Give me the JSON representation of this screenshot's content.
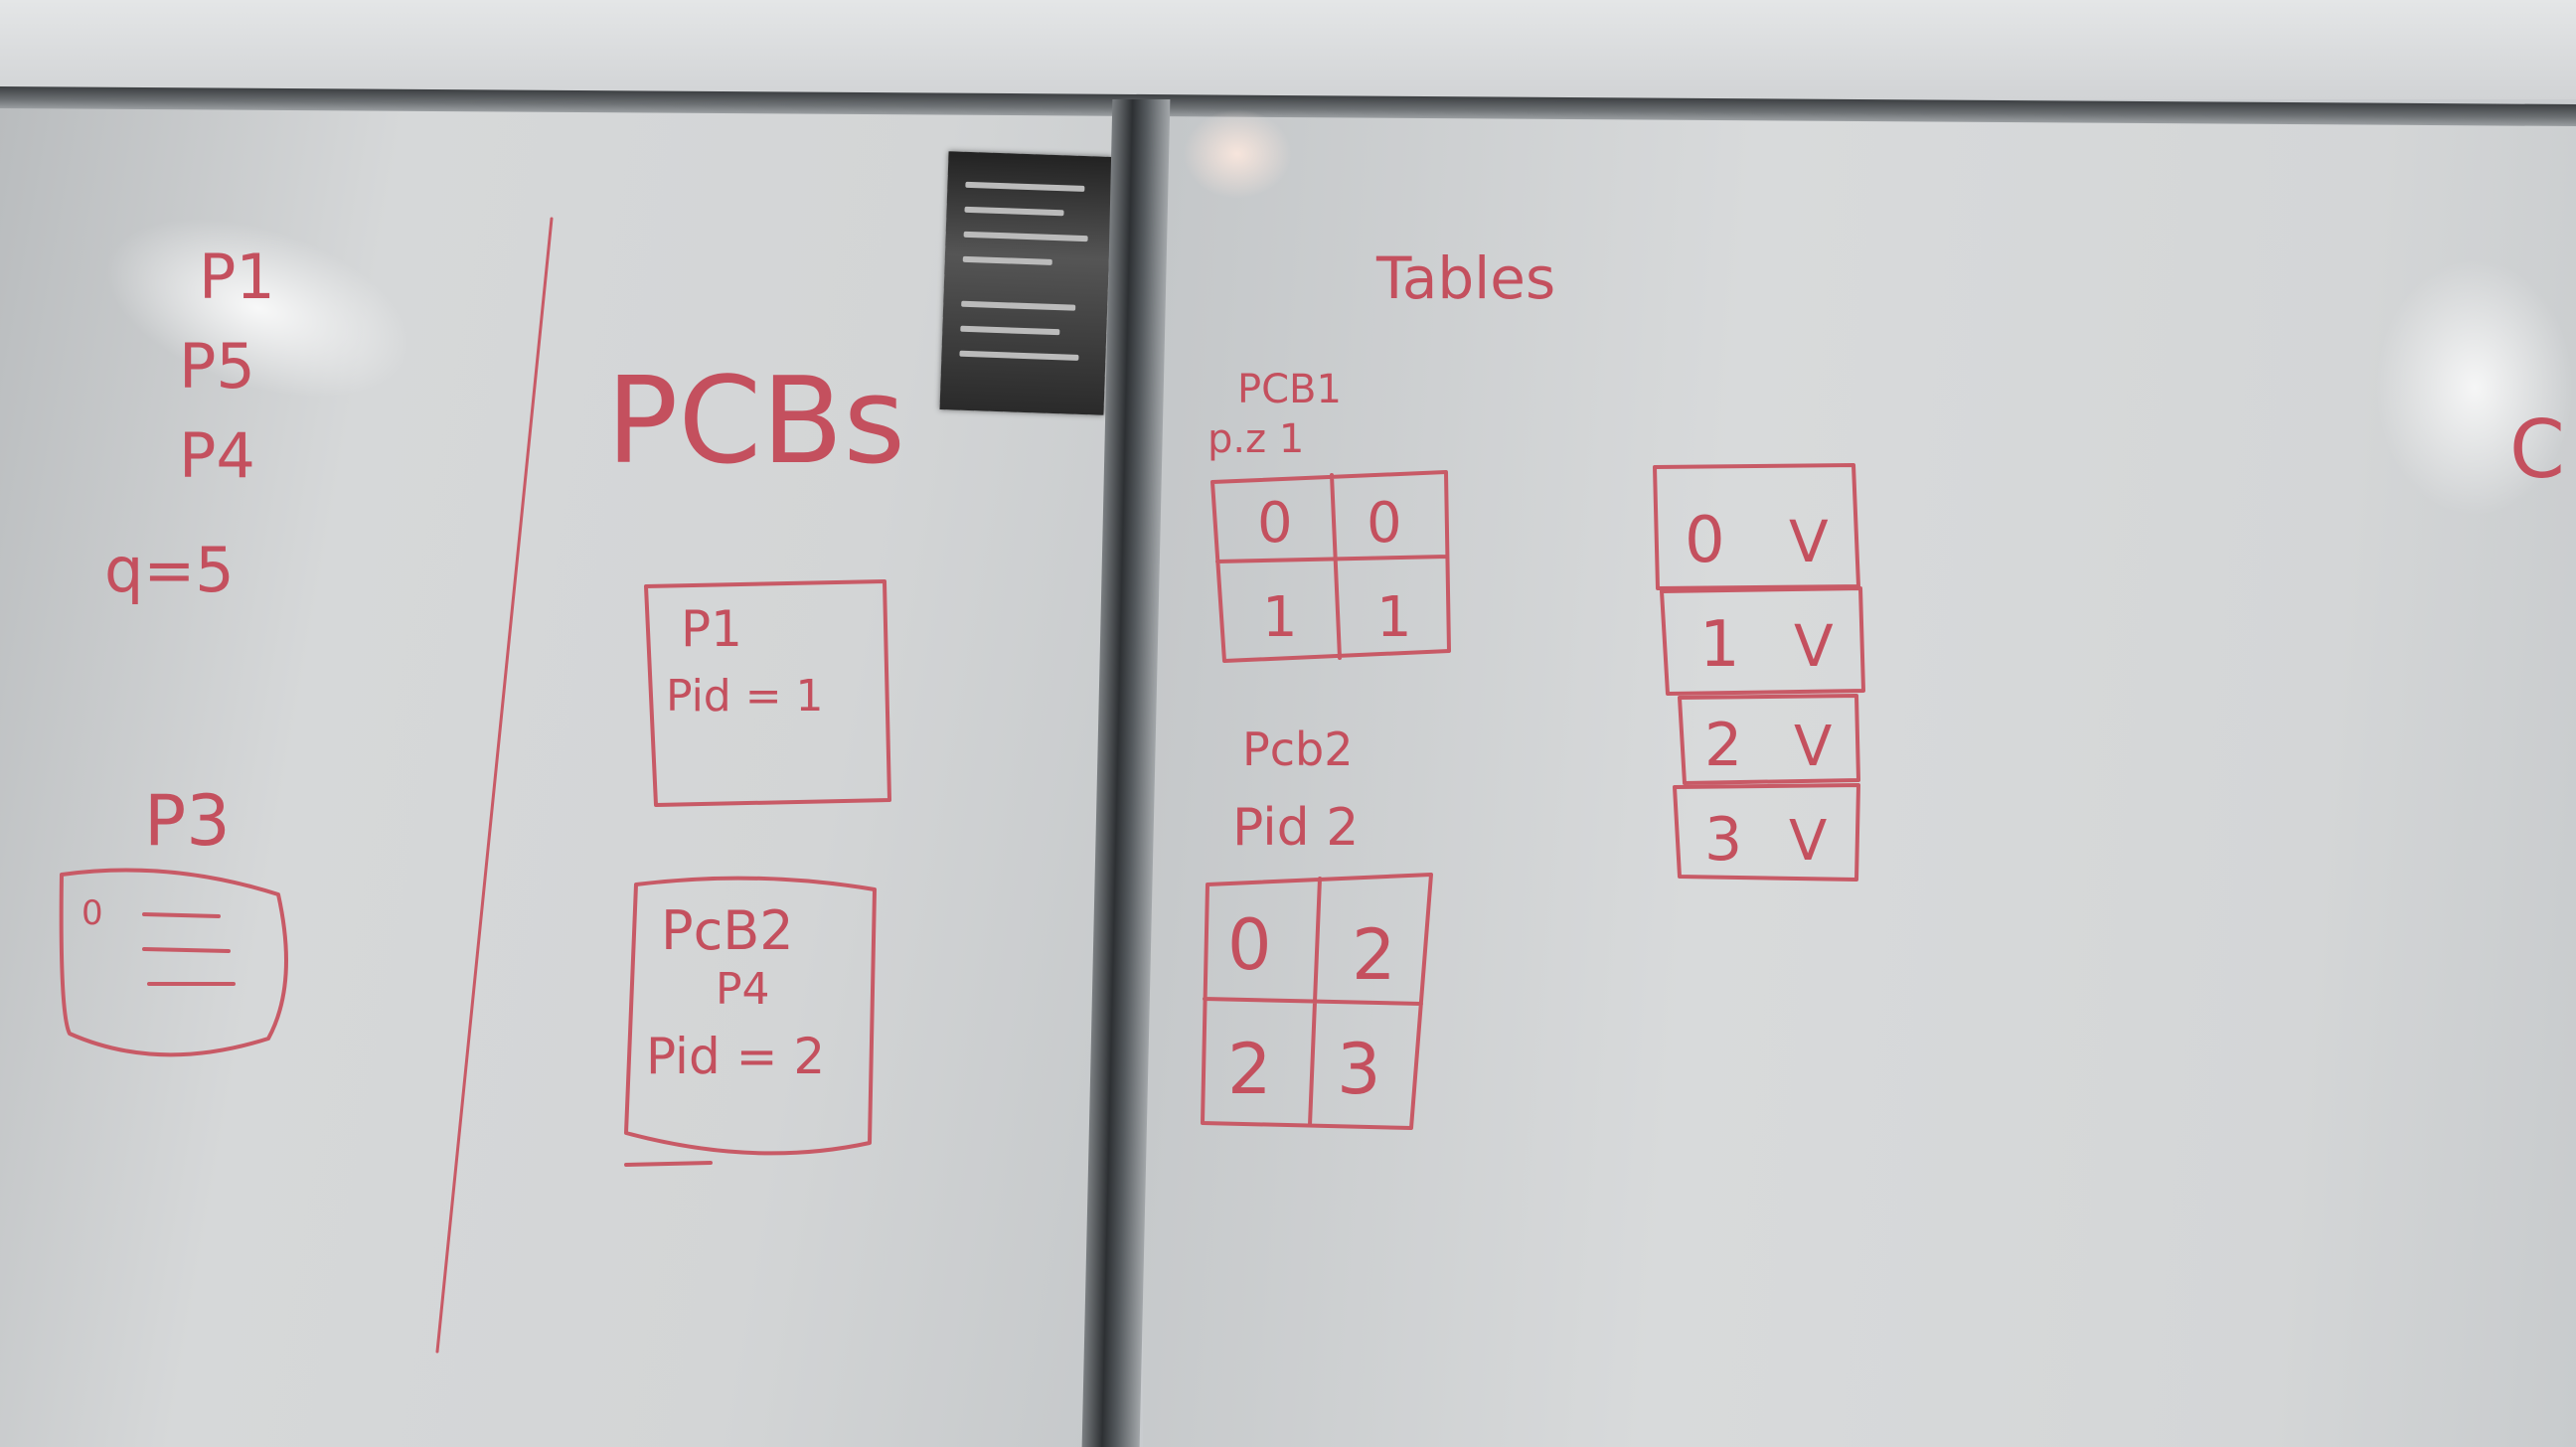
{
  "board": {
    "left": {
      "processes": [
        "P1",
        "P5",
        "P4"
      ],
      "quantum": "q=5",
      "p3_label": "P3",
      "p3_item": "0",
      "pcbs_title": "PCBs",
      "pcb1": {
        "name": "P1",
        "pid": "Pid = 1"
      },
      "pcb2": {
        "name": "PcB2",
        "process": "P4",
        "pid": "Pid = 2"
      }
    },
    "right": {
      "title": "Tables",
      "pcb1_label": "PCB1",
      "pcb1_pid": "p.z 1",
      "table1": [
        [
          "0",
          "0"
        ],
        [
          "1",
          "1"
        ]
      ],
      "pcb2_label": "Pcb2",
      "pcb2_pid": "Pid 2",
      "table2": [
        [
          "0",
          "2"
        ],
        [
          "2",
          "3"
        ]
      ],
      "frames": [
        [
          "0",
          "V"
        ],
        [
          "1",
          "V"
        ],
        [
          "2",
          "V"
        ],
        [
          "3",
          "V"
        ]
      ],
      "edge_letter": "C"
    }
  },
  "colors": {
    "marker": "#c4505e",
    "board": "#d4d6d7",
    "frame": "#3c3f42"
  }
}
